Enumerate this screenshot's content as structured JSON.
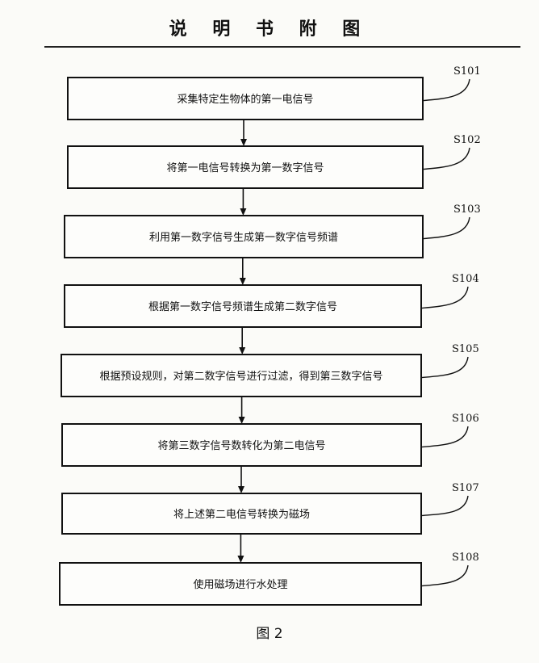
{
  "header": {
    "title": "说 明 书 附 图"
  },
  "flowchart": {
    "steps": [
      {
        "label": "S101",
        "text": "采集特定生物体的第一电信号"
      },
      {
        "label": "S102",
        "text": "将第一电信号转换为第一数字信号"
      },
      {
        "label": "S103",
        "text": "利用第一数字信号生成第一数字信号频谱"
      },
      {
        "label": "S104",
        "text": "根据第一数字信号频谱生成第二数字信号"
      },
      {
        "label": "S105",
        "text": "根据预设规则，对第二数字信号进行过滤，得到第三数字信号"
      },
      {
        "label": "S106",
        "text": "将第三数字信号数转化为第二电信号"
      },
      {
        "label": "S107",
        "text": "将上述第二电信号转换为磁场"
      },
      {
        "label": "S108",
        "text": "使用磁场进行水处理"
      }
    ]
  },
  "caption": {
    "text": "图 2"
  }
}
